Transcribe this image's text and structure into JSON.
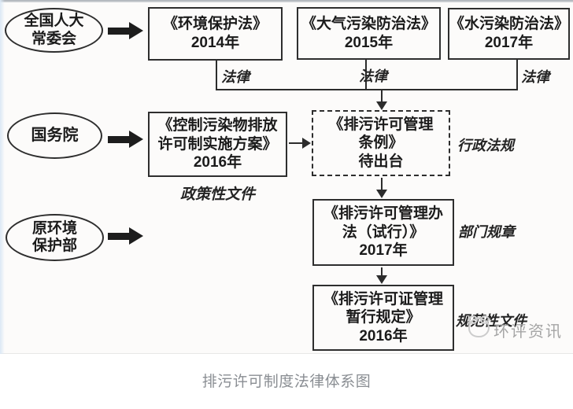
{
  "caption": "排污许可制度法律体系图",
  "watermark": {
    "text": "环评资讯",
    "logo": "panda-sketch-logo"
  },
  "diagram": {
    "actors": {
      "npc": {
        "line1": "全国人大",
        "line2": "常委会"
      },
      "state_council": {
        "line1": "国务院",
        "line2": ""
      },
      "mep": {
        "line1": "原环境",
        "line2": "保护部"
      }
    },
    "nodes": {
      "law_env": {
        "line1": "《环境保护法》",
        "line2": "2014年",
        "line3": ""
      },
      "law_air": {
        "line1": "《大气污染防治法》",
        "line2": "2015年",
        "line3": ""
      },
      "law_water": {
        "line1": "《水污染防治法》",
        "line2": "2017年",
        "line3": ""
      },
      "plan": {
        "line1": "《控制污染物排放",
        "line2": "许可制实施方案》",
        "line3": "2016年"
      },
      "regulation": {
        "line1": "《排污许可管理",
        "line2": "条例》",
        "line3": "待出台"
      },
      "measures": {
        "line1": "《排污许可管理办",
        "line2": "法（试行）》",
        "line3": "2017年"
      },
      "provisions": {
        "line1": "《排污许可证管理",
        "line2": "暂行规定》",
        "line3": "2016年"
      }
    },
    "tags": {
      "law1": "法律",
      "law2": "法律",
      "law3": "法律",
      "policy": "政策性文件",
      "admin_regulation": "行政法规",
      "dept_rule": "部门规章",
      "normative_doc": "规范性文件"
    }
  },
  "colors": {
    "line": "#2c2c2c",
    "box_text": "#1b1b1b",
    "caption_text": "#8a8e93",
    "watermark_gray": "#a5a5a5",
    "photo_background": "#fcfbfa"
  }
}
